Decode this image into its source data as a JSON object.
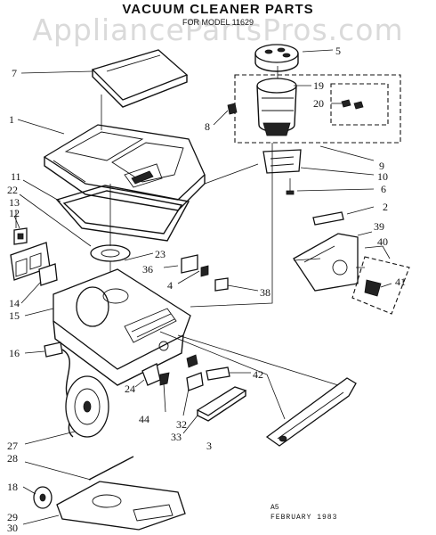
{
  "title": "VACUUM CLEANER PARTS",
  "subtitle": "FOR MODEL 11629",
  "watermark": "AppliancePartsPros.com",
  "footer": {
    "line1": "A5",
    "line2": "FEBRUARY 1983"
  },
  "labels": {
    "l7": "7",
    "l5": "5",
    "l1": "1",
    "l19": "19",
    "l8": "8",
    "l20": "20",
    "l9": "9",
    "l10": "10",
    "l6": "6",
    "l11": "11",
    "l22": "22",
    "l13": "13",
    "l12": "12",
    "l2": "2",
    "l39": "39",
    "l40": "40",
    "l23": "23",
    "l36": "36",
    "l4": "4",
    "l41": "41",
    "l14": "14",
    "l15": "15",
    "l38": "38",
    "l16": "16",
    "l42": "42",
    "l24": "24",
    "l44": "44",
    "l32": "32",
    "l33": "33",
    "l3": "3",
    "l27": "27",
    "l28": "28",
    "l18": "18",
    "l29": "29",
    "l30": "30"
  }
}
